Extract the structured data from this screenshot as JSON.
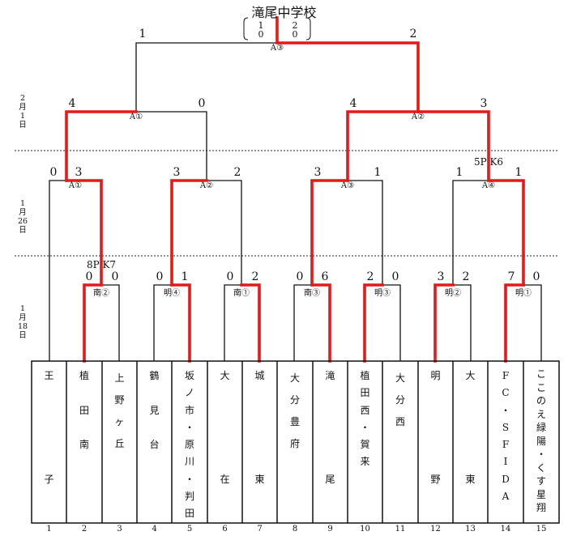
{
  "champion": "滝尾中学校",
  "final_scoreboard": {
    "left_top": "1",
    "left_bottom": "0",
    "right_top": "2",
    "right_bottom": "0"
  },
  "dates": {
    "round_2_1": [
      "2",
      "月",
      "1",
      "日"
    ],
    "round_1_26": [
      "1",
      "月",
      "26",
      "日"
    ],
    "round_1_18": [
      "1",
      "月",
      "18",
      "日"
    ]
  },
  "matches": {
    "final": {
      "label": "A③",
      "score_left": "1",
      "score_right": "2"
    },
    "semi_left": {
      "label": "A①",
      "score_left": "4",
      "score_right": "0"
    },
    "semi_right": {
      "label": "A②",
      "score_left": "4",
      "score_right": "3"
    },
    "qf1": {
      "label": "A①",
      "score_left": "0",
      "score_right": "3"
    },
    "qf2": {
      "label": "A②",
      "score_left": "3",
      "score_right": "2"
    },
    "qf3": {
      "label": "A③",
      "score_left": "3",
      "score_right": "1"
    },
    "qf4": {
      "label": "A④",
      "score_left": "1",
      "score_right": "1",
      "pk": "5P K6"
    },
    "r1_1": {
      "label": "南②",
      "score_left": "0",
      "score_right": "0",
      "pk": "8P K7"
    },
    "r1_2": {
      "label": "明④",
      "score_left": "0",
      "score_right": "1"
    },
    "r1_3": {
      "label": "南①",
      "score_left": "0",
      "score_right": "2"
    },
    "r1_4": {
      "label": "南③",
      "score_left": "0",
      "score_right": "6"
    },
    "r1_5": {
      "label": "明③",
      "score_left": "2",
      "score_right": "0"
    },
    "r1_6": {
      "label": "明②",
      "score_left": "3",
      "score_right": "2"
    },
    "r1_7": {
      "label": "明①",
      "score_left": "7",
      "score_right": "0"
    }
  },
  "teams": [
    {
      "num": "1",
      "name": [
        "王",
        "",
        "",
        "",
        "",
        "",
        "子"
      ]
    },
    {
      "num": "2",
      "name": [
        "植",
        "",
        "田",
        "",
        "南"
      ]
    },
    {
      "num": "3",
      "name": [
        "上",
        "野",
        "ヶ",
        "丘"
      ]
    },
    {
      "num": "4",
      "name": [
        "鶴",
        "",
        "見",
        "",
        "台"
      ]
    },
    {
      "num": "5",
      "name": [
        "坂",
        "ノ",
        "市",
        "・",
        "原",
        "川",
        "・",
        "判",
        "田"
      ]
    },
    {
      "num": "6",
      "name": [
        "大",
        "",
        "",
        "",
        "",
        "",
        "在"
      ]
    },
    {
      "num": "7",
      "name": [
        "城",
        "",
        "",
        "",
        "",
        "",
        "東"
      ]
    },
    {
      "num": "8",
      "name": [
        "大",
        "分",
        "豊",
        "府"
      ]
    },
    {
      "num": "9",
      "name": [
        "滝",
        "",
        "",
        "",
        "",
        "",
        "尾"
      ]
    },
    {
      "num": "10",
      "name": [
        "植",
        "田",
        "西",
        "・",
        "賀",
        "来"
      ]
    },
    {
      "num": "11",
      "name": [
        "大",
        "分",
        "西"
      ]
    },
    {
      "num": "12",
      "name": [
        "明",
        "",
        "",
        "",
        "",
        "",
        "野"
      ]
    },
    {
      "num": "13",
      "name": [
        "大",
        "",
        "",
        "",
        "",
        "",
        "東"
      ]
    },
    {
      "num": "14",
      "name": [
        "F",
        "C",
        "・",
        "S",
        "F",
        "I",
        "D",
        "A"
      ]
    },
    {
      "num": "15",
      "name": [
        "こ",
        "こ",
        "の",
        "え",
        "緑",
        "陽",
        "・",
        "く",
        "す",
        "星",
        "翔"
      ]
    }
  ]
}
